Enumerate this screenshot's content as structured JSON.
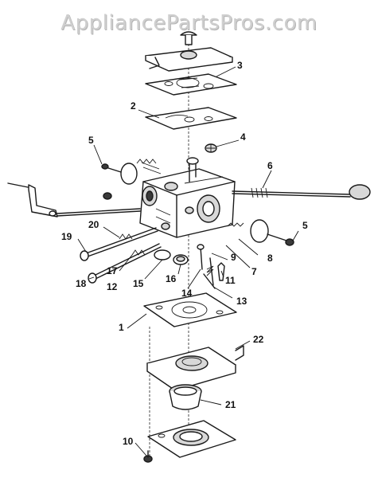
{
  "watermark": "AppliancePartsPros.com",
  "callouts": [
    {
      "id": "1",
      "text": "1"
    },
    {
      "id": "2",
      "text": "2"
    },
    {
      "id": "3",
      "text": "3"
    },
    {
      "id": "4",
      "text": "4"
    },
    {
      "id": "5a",
      "text": "5"
    },
    {
      "id": "5b",
      "text": "5"
    },
    {
      "id": "6",
      "text": "6"
    },
    {
      "id": "7",
      "text": "7"
    },
    {
      "id": "8",
      "text": "8"
    },
    {
      "id": "9",
      "text": "9"
    },
    {
      "id": "10",
      "text": "10"
    },
    {
      "id": "11",
      "text": "11"
    },
    {
      "id": "12",
      "text": "12"
    },
    {
      "id": "13",
      "text": "13"
    },
    {
      "id": "14",
      "text": "14"
    },
    {
      "id": "15",
      "text": "15"
    },
    {
      "id": "16",
      "text": "16"
    },
    {
      "id": "17",
      "text": "17"
    },
    {
      "id": "18",
      "text": "18"
    },
    {
      "id": "19",
      "text": "19"
    },
    {
      "id": "20",
      "text": "20"
    },
    {
      "id": "21",
      "text": "21"
    },
    {
      "id": "22",
      "text": "22"
    }
  ],
  "colors": {
    "line": "#1a1a1a",
    "watermark": "#cfcfcf",
    "background": "#ffffff"
  }
}
